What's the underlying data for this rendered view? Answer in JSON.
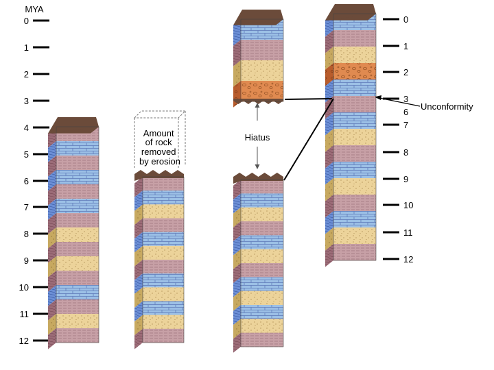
{
  "axis_left": {
    "title": "MYA",
    "ticks": [
      "0",
      "1",
      "2",
      "3",
      "4",
      "5",
      "6",
      "7",
      "8",
      "9",
      "10",
      "11",
      "12"
    ]
  },
  "axis_right": {
    "ticks": [
      "0",
      "1",
      "2",
      "3",
      "6",
      "7",
      "8",
      "9",
      "10",
      "11",
      "12"
    ]
  },
  "labels": {
    "erosion": [
      "Amount",
      "of rock",
      "removed",
      "by erosion"
    ],
    "hiatus": "Hiatus",
    "unconformity": "Unconformity"
  },
  "rock_colors": {
    "limestone": "#9cc0e6",
    "limestone_side": "#6c8fd6",
    "sandstone": "#ecd39a",
    "sandstone_side": "#c7a960",
    "shale": "#c7a0a6",
    "shale_side": "#9c6c78",
    "conglomerate": "#e08a50",
    "conglomerate_side": "#b85c2c",
    "soil": "#6b4b3a"
  },
  "columns": [
    {
      "name": "column-1-full-sequence",
      "layers": [
        "shale",
        "limestone",
        "shale",
        "limestone",
        "shale",
        "limestone",
        "shale",
        "sandstone",
        "shale",
        "sandstone",
        "shale",
        "limestone",
        "shale",
        "sandstone",
        "shale"
      ]
    },
    {
      "name": "column-2-eroded",
      "layers": [
        "shale",
        "limestone",
        "sandstone",
        "shale",
        "limestone",
        "sandstone",
        "shale",
        "limestone",
        "sandstone",
        "limestone",
        "sandstone",
        "shale"
      ]
    },
    {
      "name": "column-3-upper-block",
      "layers": [
        "limestone",
        "shale",
        "sandstone",
        "conglomerate"
      ]
    },
    {
      "name": "column-3-lower-block",
      "layers": [
        "shale",
        "limestone",
        "sandstone",
        "shale",
        "limestone",
        "sandstone",
        "shale",
        "limestone",
        "sandstone",
        "limestone",
        "sandstone",
        "shale"
      ]
    },
    {
      "name": "column-4-combined",
      "layers": [
        "limestone",
        "shale",
        "sandstone",
        "conglomerate",
        "limestone",
        "shale",
        "limestone",
        "sandstone",
        "shale",
        "limestone",
        "sandstone",
        "shale",
        "limestone",
        "sandstone",
        "shale"
      ]
    }
  ]
}
